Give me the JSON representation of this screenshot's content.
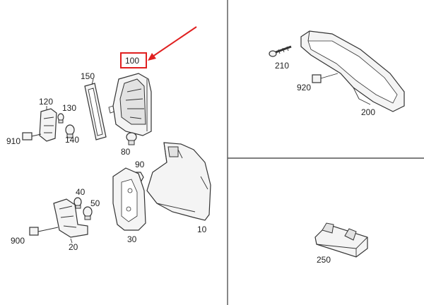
{
  "colors": {
    "highlight": "#e02020",
    "line": "#333333",
    "divider": "#555555"
  },
  "callouts": {
    "highlighted": "100",
    "items": [
      {
        "id": "p100",
        "text": "100"
      },
      {
        "id": "p150",
        "text": "150"
      },
      {
        "id": "p120",
        "text": "120"
      },
      {
        "id": "p130",
        "text": "130"
      },
      {
        "id": "p140",
        "text": "140"
      },
      {
        "id": "p910",
        "text": "910"
      },
      {
        "id": "p80",
        "text": "80"
      },
      {
        "id": "p90",
        "text": "90"
      },
      {
        "id": "p40",
        "text": "40"
      },
      {
        "id": "p50",
        "text": "50"
      },
      {
        "id": "p900",
        "text": "900"
      },
      {
        "id": "p20",
        "text": "20"
      },
      {
        "id": "p30",
        "text": "30"
      },
      {
        "id": "p10",
        "text": "10"
      },
      {
        "id": "p210",
        "text": "210"
      },
      {
        "id": "p920",
        "text": "920"
      },
      {
        "id": "p200",
        "text": "200"
      },
      {
        "id": "p250",
        "text": "250"
      }
    ]
  }
}
